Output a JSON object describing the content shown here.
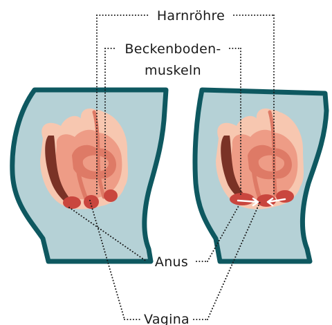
{
  "labels": {
    "urethra": "Harnröhre",
    "pelvic_floor_line1": "Beckenboden-",
    "pelvic_floor_line2": "muskeln",
    "anus": "Anus",
    "vagina": "Vagina"
  },
  "colors": {
    "body_fill": "#b5d1d6",
    "body_outline": "#0e5860",
    "tissue_light": "#f7c7b0",
    "tissue_mid": "#ee9c86",
    "tissue_dark": "#de7a66",
    "muscle": "#c9463e",
    "rectum": "#7a3226",
    "arrow": "#ffffff"
  },
  "panels": [
    {
      "name": "relaxed"
    },
    {
      "name": "contracted"
    }
  ]
}
